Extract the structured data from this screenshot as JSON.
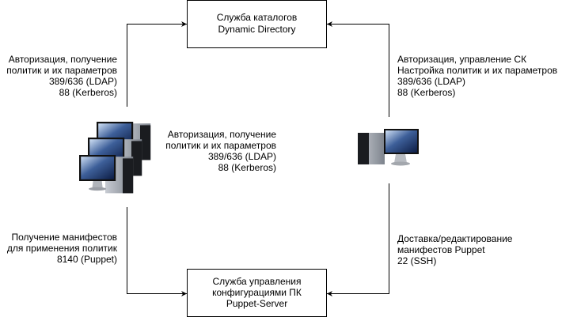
{
  "nodes": {
    "catalog": {
      "lines": [
        "Служба каталогов",
        "Dynamic Directory"
      ]
    },
    "puppet": {
      "lines": [
        "Служба управления",
        "конфигурациями ПК",
        "Puppet-Server"
      ]
    },
    "clients": {
      "icon": "multiple-workstations-icon"
    },
    "admin": {
      "icon": "workstation-icon"
    }
  },
  "labels": {
    "clients_to_catalog": [
      "Авторизация, получение",
      "политик и их параметров",
      "389/636 (LDAP)",
      "88 (Kerberos)"
    ],
    "admin_to_catalog": [
      "Авторизация, управление СК",
      "Настройка политик и их параметров",
      "389/636 (LDAP)",
      "88 (Kerberos)"
    ],
    "center": [
      "Авторизация, получение",
      "политик и их параметров",
      "389/636 (LDAP)",
      "88 (Kerberos)"
    ],
    "clients_to_puppet": [
      "Получение манифестов",
      "для применения политик",
      "8140 (Puppet)"
    ],
    "admin_to_puppet": [
      "Доставка/редактирование",
      "манифестов Puppet",
      "22 (SSH)"
    ]
  }
}
